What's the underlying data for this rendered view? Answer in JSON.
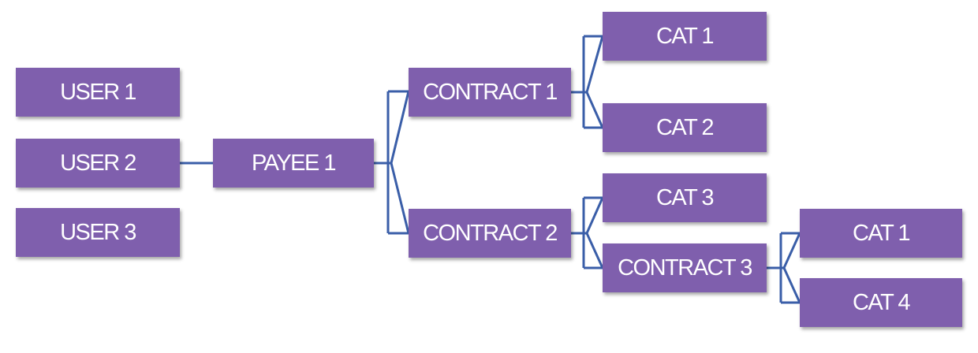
{
  "colors": {
    "node_fill": "#7f5fad",
    "node_text": "#ffffff",
    "connector": "#3a5ea8"
  },
  "nodes": {
    "user1": "USER 1",
    "user2": "USER 2",
    "user3": "USER 3",
    "payee1": "PAYEE 1",
    "contract1": "CONTRACT 1",
    "contract2": "CONTRACT 2",
    "contract3": "CONTRACT 3",
    "cat1_top": "CAT 1",
    "cat2": "CAT 2",
    "cat3": "CAT 3",
    "cat1_bottom": "CAT 1",
    "cat4": "CAT 4"
  }
}
